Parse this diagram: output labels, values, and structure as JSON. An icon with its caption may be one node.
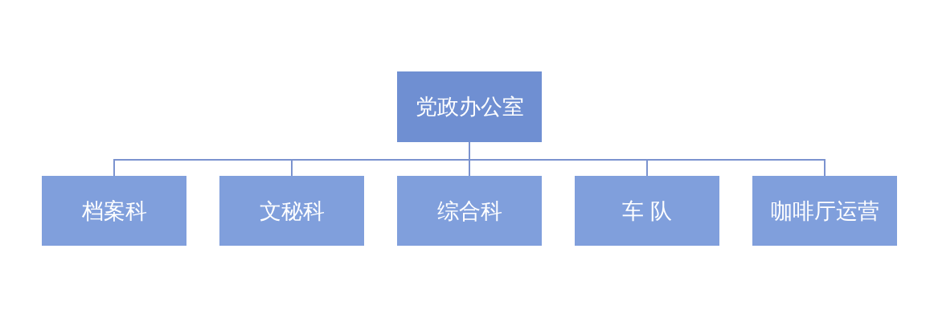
{
  "diagram": {
    "nodes": [
      {
        "text": [
          "党政办公室"
        ]
      },
      {
        "text": [
          "档案科"
        ]
      },
      {
        "text": [
          "文秘科"
        ]
      },
      {
        "text": [
          "综合科"
        ]
      },
      {
        "text": [
          "车 队"
        ]
      },
      {
        "text": [
          "咖啡厅运营"
        ]
      }
    ],
    "edges": [
      {
        "from": 0,
        "to": 1,
        "arrow": "none"
      },
      {
        "from": 0,
        "to": 2,
        "arrow": "none"
      },
      {
        "from": 0,
        "to": 3,
        "arrow": "none"
      },
      {
        "from": 0,
        "to": 4,
        "arrow": "none"
      },
      {
        "from": 0,
        "to": 5,
        "arrow": "none"
      }
    ]
  }
}
